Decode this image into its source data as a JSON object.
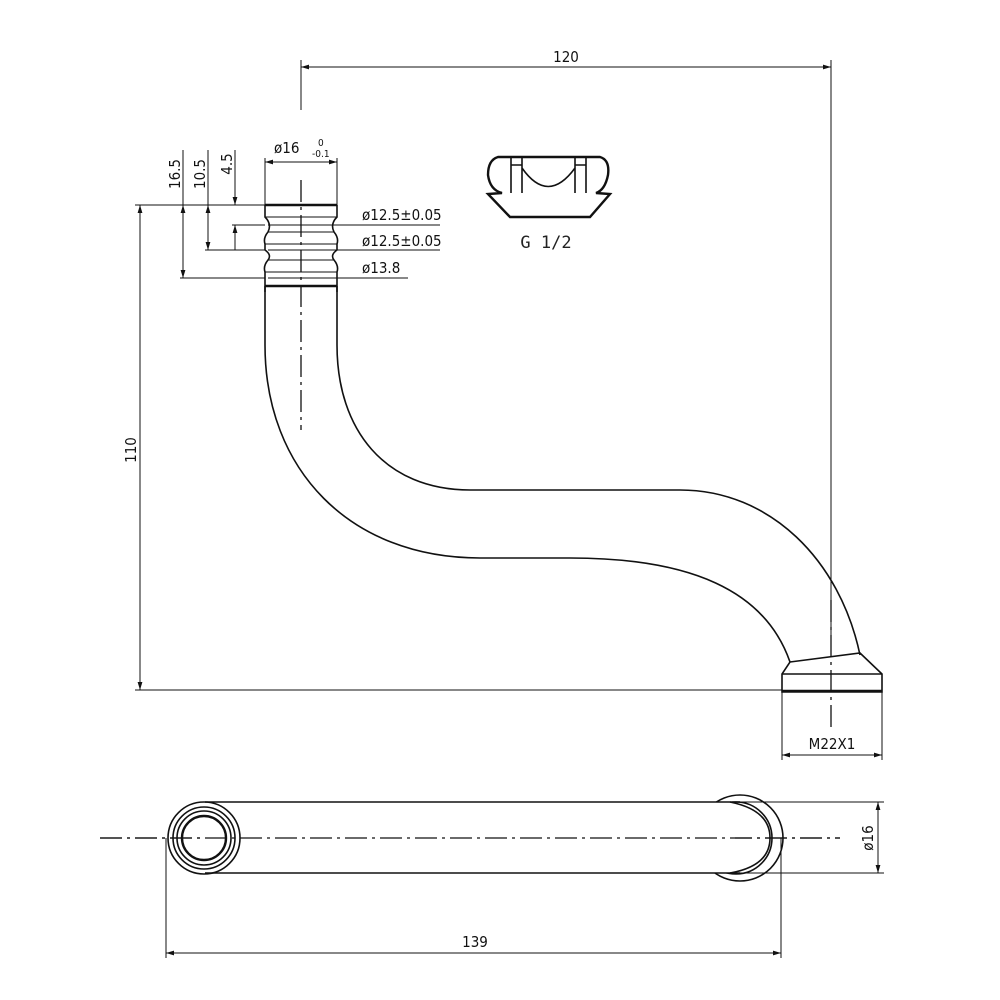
{
  "drawing": {
    "dims": {
      "width_top": "120",
      "height_total": "110",
      "h_16_5": "16.5",
      "h_10_5": "10.5",
      "h_4_5": "4.5",
      "dia_16": "ø16",
      "tol_upper": "0",
      "tol_lower": "-0.1",
      "dia_12_5_a": "ø12.5±0.05",
      "dia_12_5_b": "ø12.5±0.05",
      "dia_13_8": "ø13.8",
      "thread": "M22X1",
      "length_bottom": "139",
      "dia_16_bottom": "ø16"
    },
    "nut_label": "G 1/2"
  }
}
